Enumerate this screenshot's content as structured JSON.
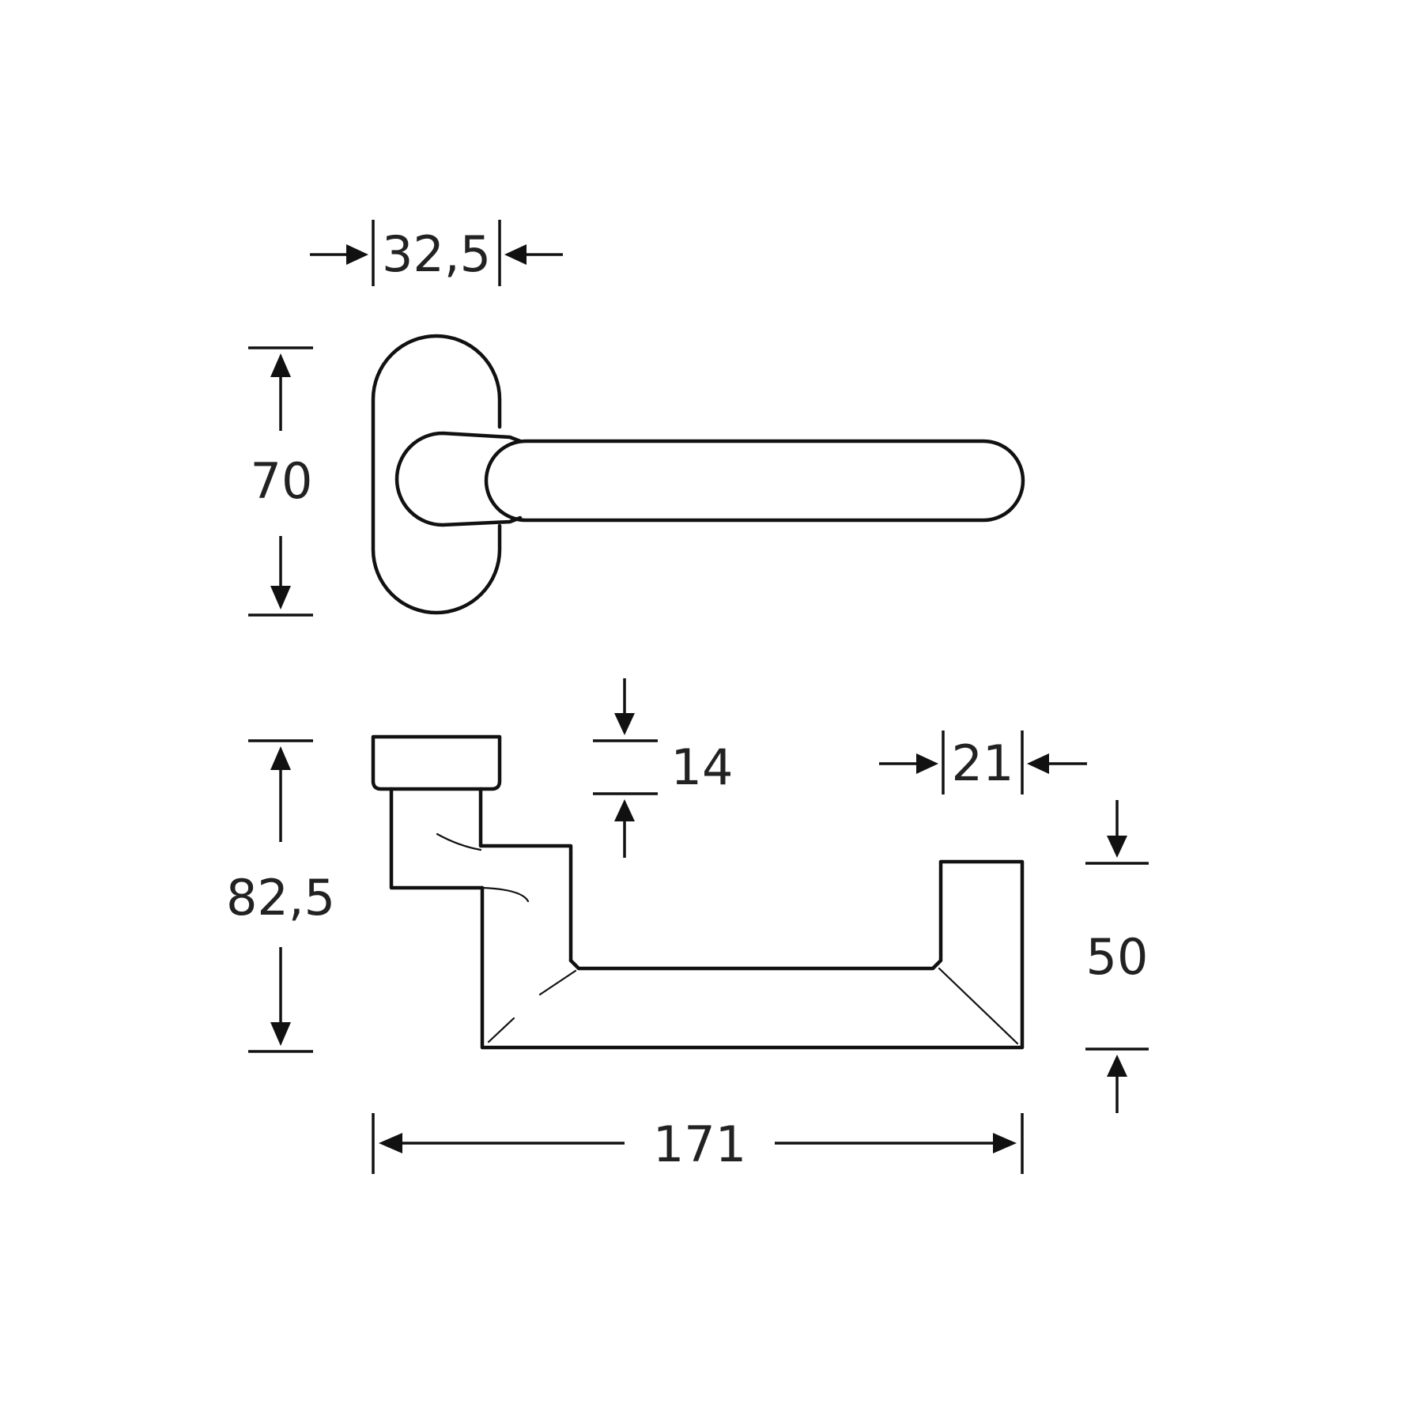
{
  "dimensions": {
    "rose_width": "32,5",
    "rose_height": "70",
    "overall_height": "82,5",
    "neck_height": "14",
    "grip_width": "21",
    "grip_height": "50",
    "overall_length": "171"
  },
  "colors": {
    "line": "#111111",
    "text": "#222222",
    "background": "#ffffff"
  }
}
